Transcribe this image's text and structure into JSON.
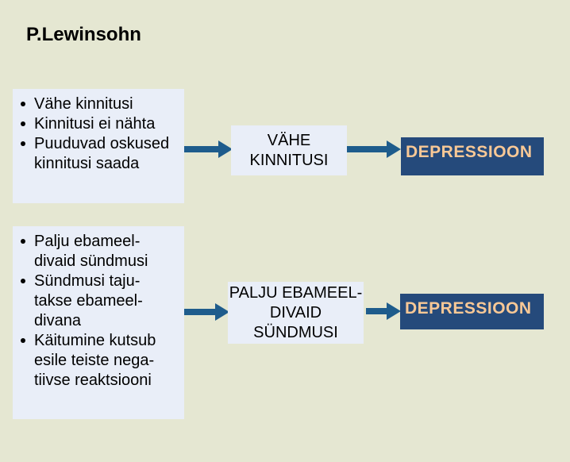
{
  "slide": {
    "title": "P.Lewinsohn"
  },
  "colors": {
    "background": "#e5e7d2",
    "panel_fill": "#e9eef8",
    "arrow_blue": "#1e5c8c",
    "outcome_bg": "#254a7b",
    "outcome_text": "#f8c896",
    "body_text": "#000000"
  },
  "row1": {
    "causes": [
      "Vähe kinnitusi",
      "Kinnitusi ei nähta",
      "Puuduvad oskused\nkinnitusi saada"
    ],
    "mediator": "VÄHE\nKINNITUSI",
    "outcome": "DEPRESSIOON"
  },
  "row2": {
    "causes": [
      "Palju ebameel-\ndivaid sündmusi",
      "Sündmusi taju-\ntakse ebameel-\ndivana",
      "Käitumine kutsub\nesile teiste nega-\ntiivse reaktsiooni"
    ],
    "mediator": "PALJU EBAMEEL-\nDIVAID SÜNDMUSI",
    "outcome": "DEPRESSIOON"
  }
}
